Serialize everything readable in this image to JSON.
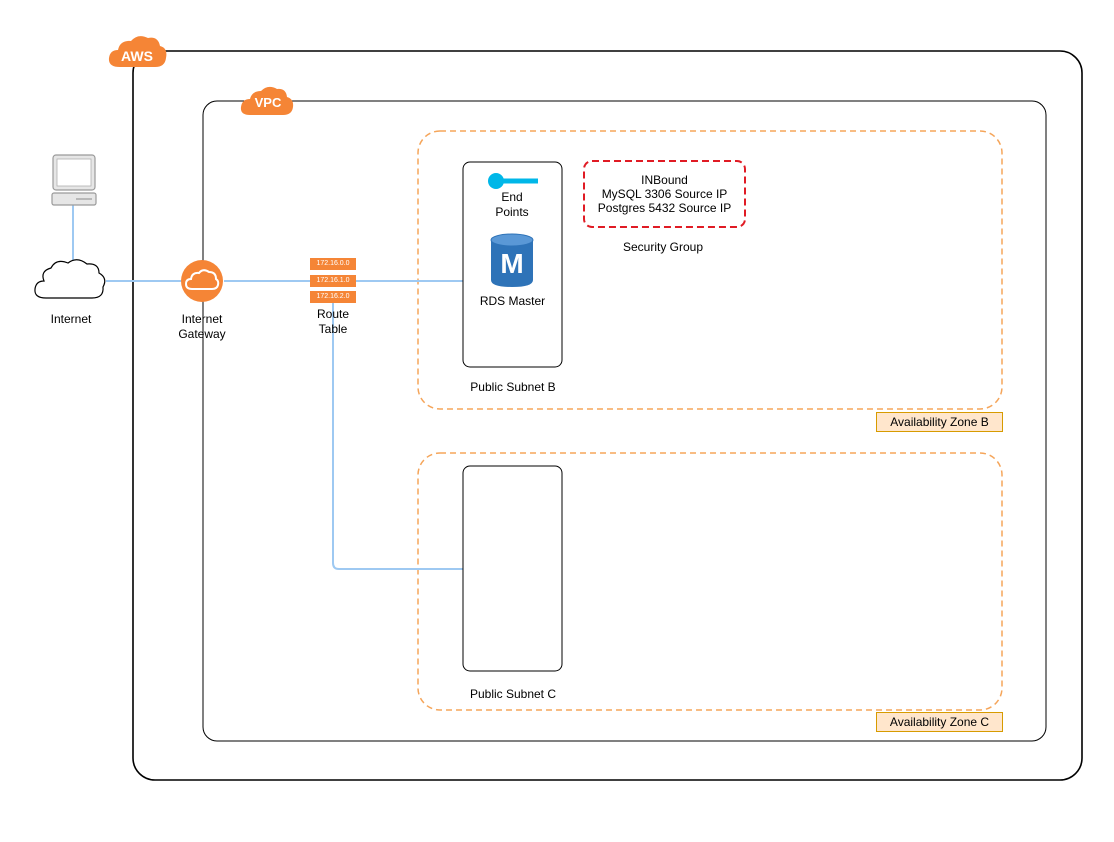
{
  "containers": {
    "aws_label": "AWS",
    "vpc_label": "VPC"
  },
  "nodes": {
    "internet": "Internet",
    "internet_gateway_line1": "Internet",
    "internet_gateway_line2": "Gateway",
    "route_table_line1": "Route",
    "route_table_line2": "Table",
    "route_table_entries": [
      "172.16.0.0",
      "172.16.1.0",
      "172.16.2.0"
    ],
    "endpoints_line1": "End",
    "endpoints_line2": "Points",
    "rds_master": "RDS Master"
  },
  "security_group": {
    "line1": "INBound",
    "line2": "MySQL 3306 Source IP",
    "line3": "Postgres 5432 Source IP",
    "label": "Security Group"
  },
  "subnets": {
    "b": "Public Subnet B",
    "c": "Public Subnet C"
  },
  "zones": {
    "b": "Availability Zone B",
    "c": "Availability Zone C"
  },
  "colors": {
    "aws_orange": "#f58536",
    "zone_border": "#f5a55a",
    "connector": "#9ec9f2",
    "security_red": "#e01b24",
    "rds_blue": "#2e73b8",
    "endpoint_cyan": "#00b7e8",
    "zone_badge_fill": "#ffe6cc"
  },
  "icons": [
    "computer-icon",
    "cloud-icon",
    "internet-gateway-icon",
    "route-table-icon",
    "endpoint-icon",
    "rds-database-icon"
  ]
}
